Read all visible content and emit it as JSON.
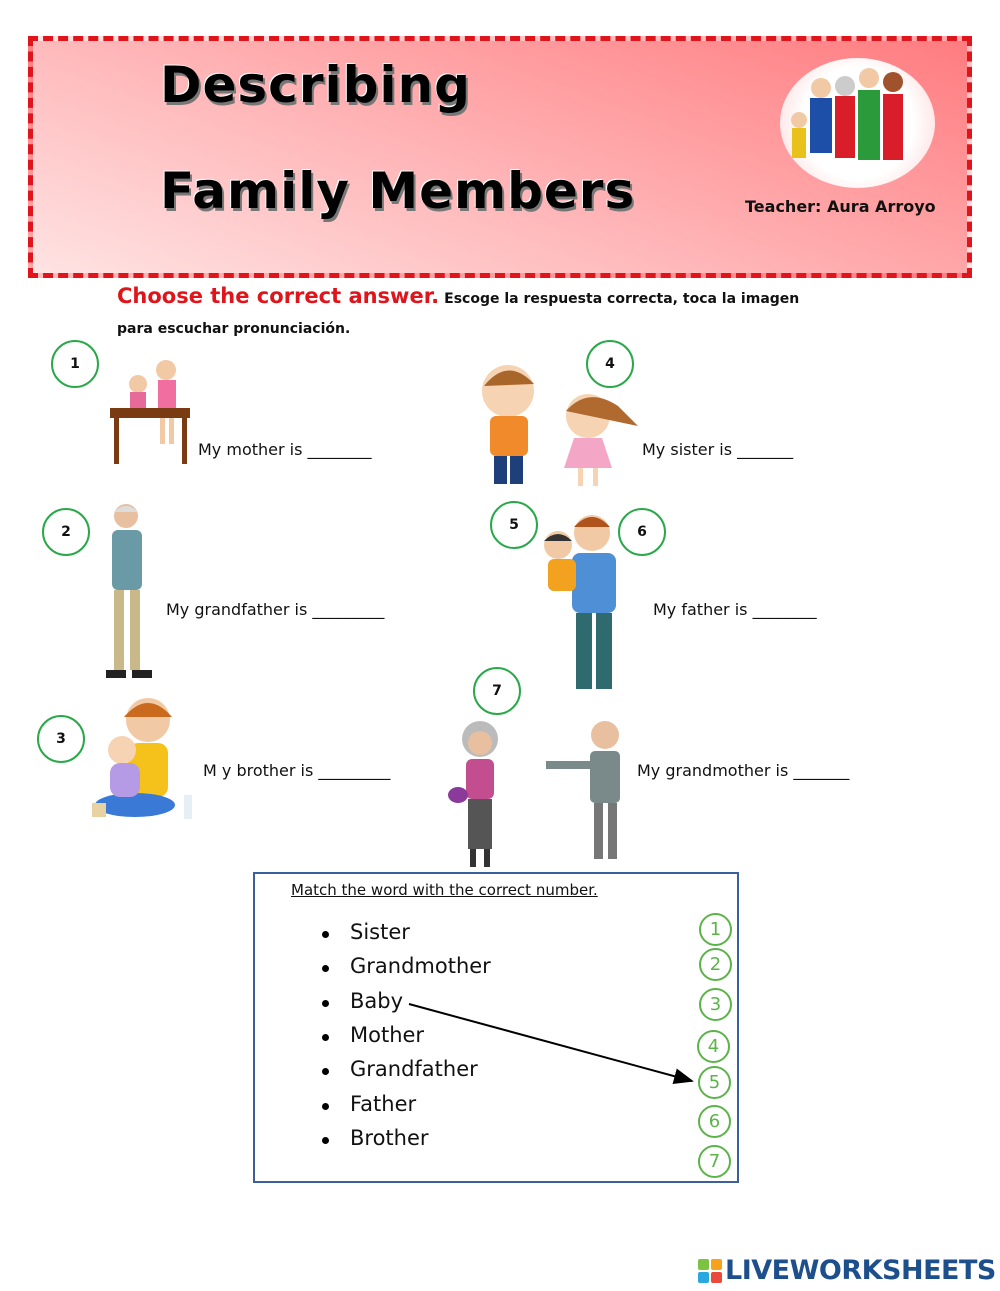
{
  "header": {
    "title_line1": "Describing",
    "title_line2": "Family Members",
    "teacher": "Teacher: Aura Arroyo"
  },
  "instructions": {
    "main": "Choose the correct answer.",
    "sub": "Escoge la respuesta correcta, toca la imagen",
    "sub2": "para escuchar pronunciación."
  },
  "numbers": [
    "1",
    "2",
    "3",
    "4",
    "5",
    "6",
    "7"
  ],
  "sentences": {
    "mother": "My mother is ________",
    "sister": "My sister is _______",
    "grandfather": "My grandfather is _________",
    "father": "My father is ________",
    "brother": "M y brother is _________",
    "grandmother": "My grandmother is _______"
  },
  "match": {
    "title": "Match the word with the correct number.",
    "words": [
      "Sister",
      "Grandmother",
      "Baby",
      "Mother",
      "Grandfather",
      "Father",
      "Brother"
    ],
    "numbers": [
      "1",
      "2",
      "3",
      "4",
      "5",
      "6",
      "7"
    ],
    "drawn_answer": {
      "word": "Baby",
      "number": "5"
    }
  },
  "colors": {
    "accent_red": "#e0141b",
    "circle_green": "#2aa84a",
    "box_border": "#3c5e99",
    "logo_blue": "#1c4f8c"
  },
  "logo": {
    "text": "LIVEWORKSHEETS"
  }
}
